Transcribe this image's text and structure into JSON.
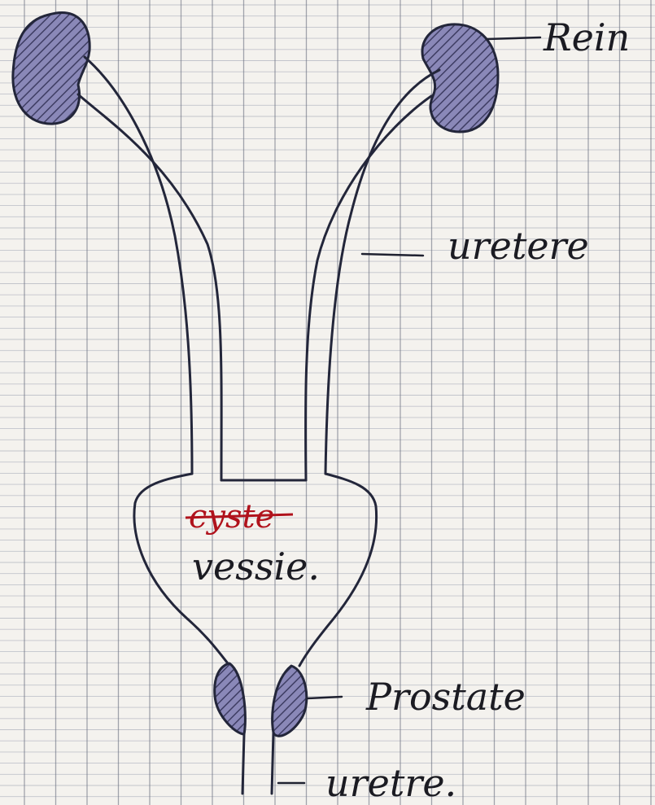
{
  "diagram": {
    "labels": {
      "rein": "Rein",
      "uretere": "uretere",
      "cyste_struck": "cyste",
      "vessie": "vessie.",
      "prostate": "Prostate",
      "uretre": "uretre."
    },
    "colors": {
      "ink": "#23263a",
      "fill_hatch": "#4a4a6a",
      "organ_fill": "#8a88b8",
      "label_red": "#b0121c",
      "grid_line": "#9aa0b0"
    }
  }
}
